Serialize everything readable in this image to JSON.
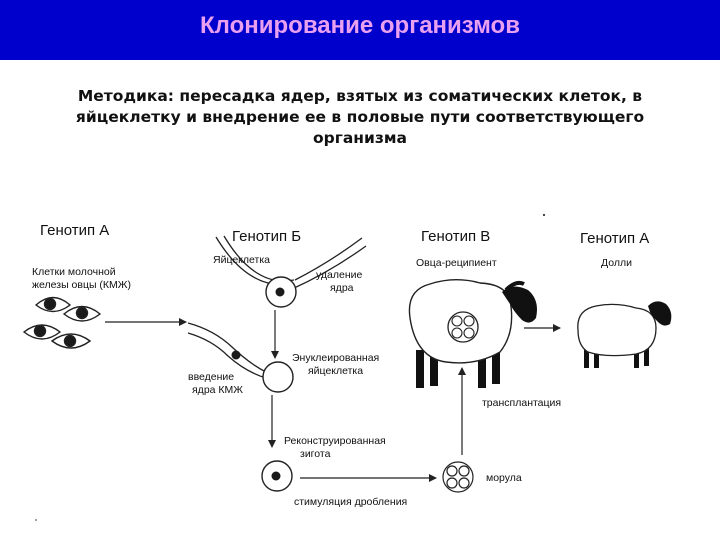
{
  "title": "Клонирование организмов",
  "description": {
    "line1": "Методика: пересадка ядер, взятых из соматических клеток, в",
    "line2": "яйцеклетку и внедрение ее в половые пути соответствующего",
    "line3": "организма"
  },
  "genotypes": {
    "a_left": "Генотип А",
    "b": "Генотип Б",
    "v": "Генотип В",
    "a_right": "Генотип А"
  },
  "labels": {
    "kmzh_line1": "Клетки молочной",
    "kmzh_line2": "железы овцы (КМЖ)",
    "egg": "Яйцеклетка",
    "nucleus_removal_line1": "удаление",
    "nucleus_removal_line2": "ядра",
    "enucleated_line1": "Энуклеированная",
    "enucleated_line2": "яйцеклетка",
    "insertion_line1": "введение",
    "insertion_line2": "ядра КМЖ",
    "reconstructed_line1": "Реконструированная",
    "reconstructed_line2": "зигота",
    "stimulation": "стимуляция дробления",
    "morula": "морула",
    "transplantation": "трансплантация",
    "recipient": "Овца-реципиент",
    "dolly": "Долли"
  }
}
